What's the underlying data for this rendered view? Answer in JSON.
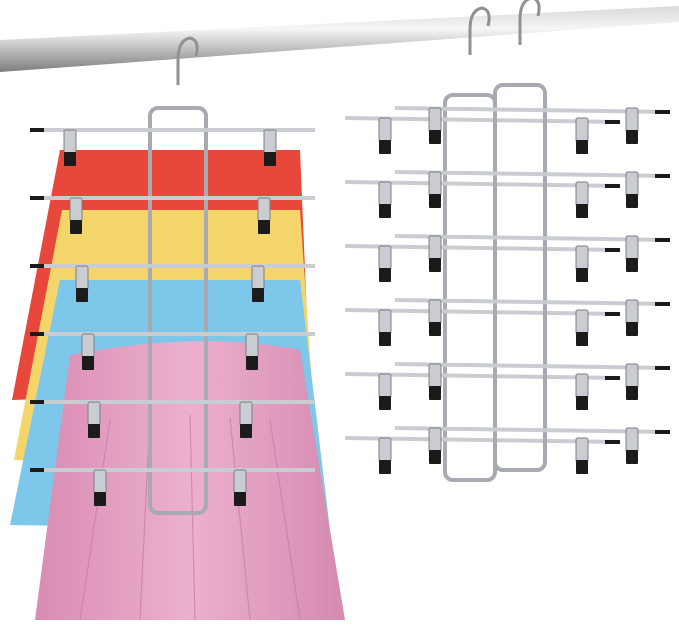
{
  "scene": {
    "subject": "tiered-skirt-hangers",
    "rod": {
      "color": "#9a9a9a"
    },
    "left_hanger": {
      "tiers": 6,
      "clips_per_bar": 2,
      "skirts": [
        {
          "name": "red-skirt",
          "color": "#e8473c"
        },
        {
          "name": "yellow-skirt",
          "color": "#f4d56a"
        },
        {
          "name": "blue-skirt",
          "color": "#7cc7ea"
        },
        {
          "name": "pink-skirt",
          "color": "#e7a2c4"
        }
      ]
    },
    "right_hanger": {
      "tiers": 6,
      "clips_per_bar": 4,
      "layers": 2
    },
    "metal_color": "#c9ccd1",
    "clip_tip_color": "#1b1b1b"
  }
}
